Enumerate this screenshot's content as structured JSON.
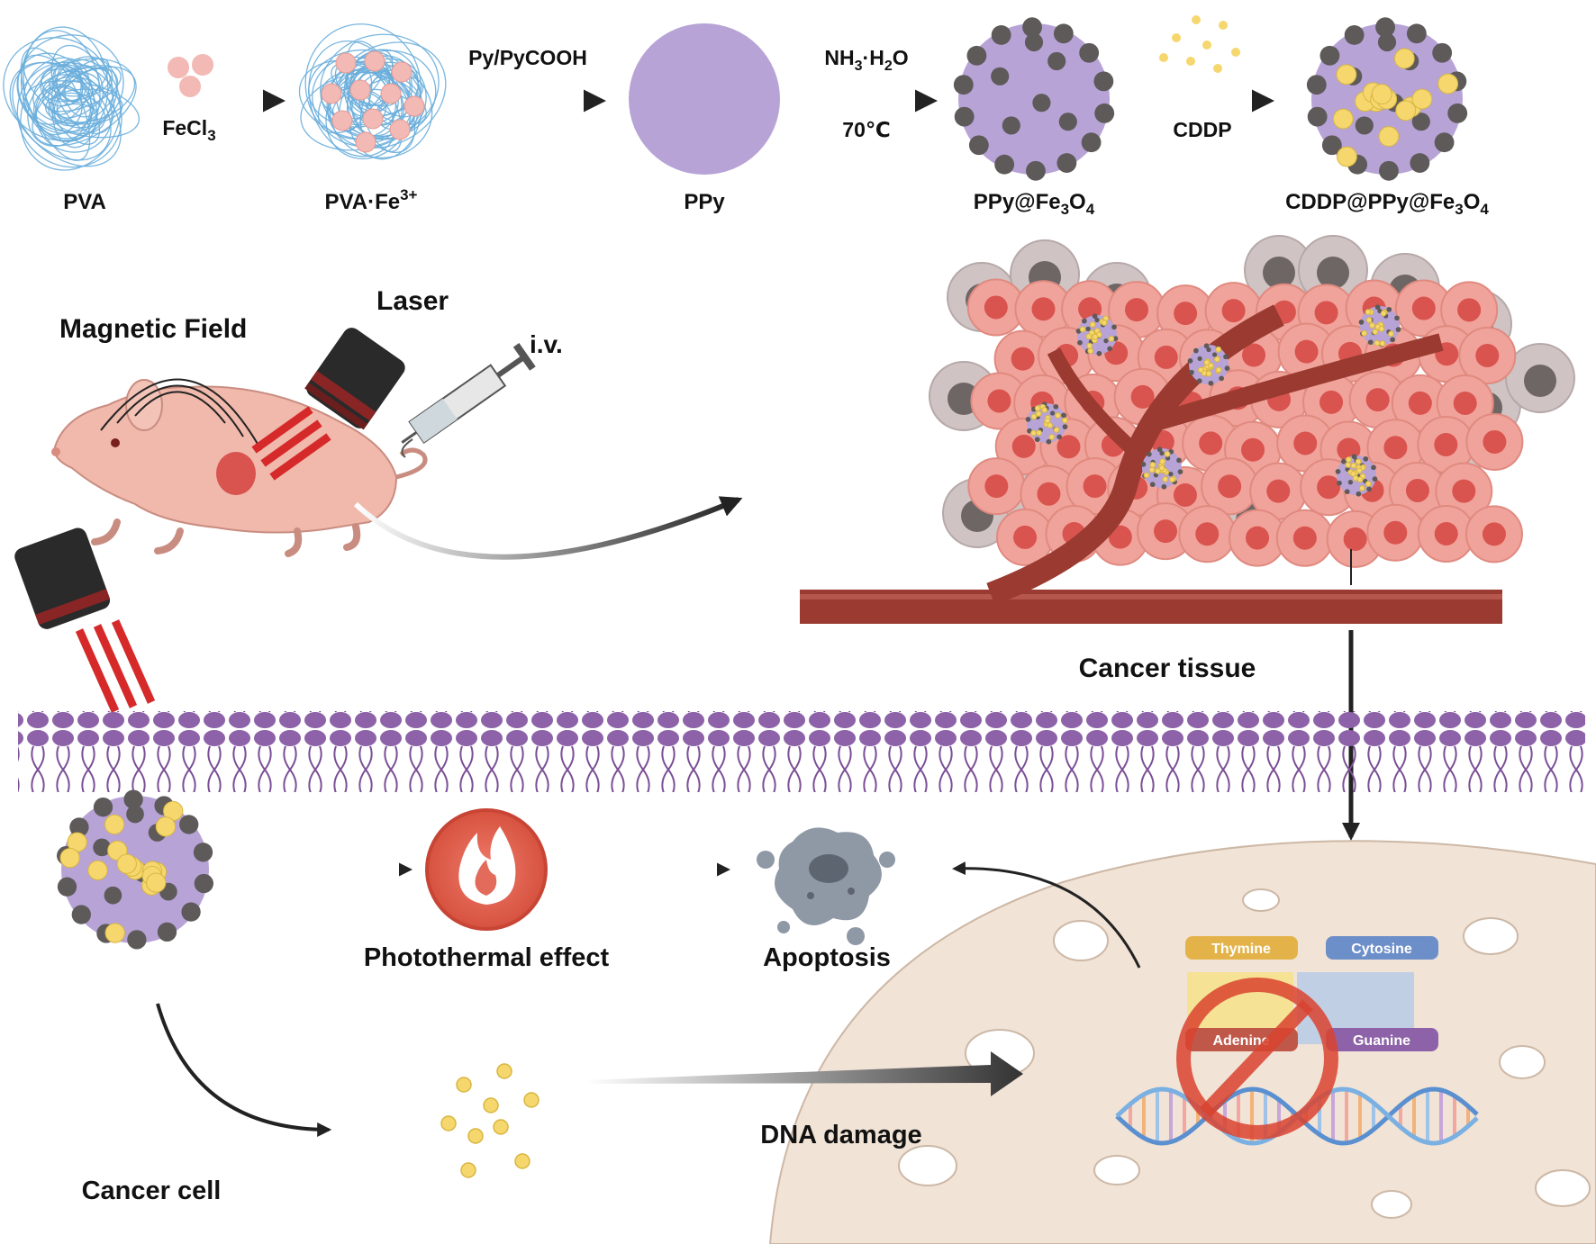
{
  "synthesis": {
    "steps": [
      {
        "label": "PVA"
      },
      {
        "label_main": "PVA·Fe",
        "label_sup": "3+"
      },
      {
        "label": "PPy"
      },
      {
        "label_a": "PPy@Fe",
        "sub1": "3",
        "label_b": "O",
        "sub2": "4"
      },
      {
        "label_a": "CDDP@PPy@Fe",
        "sub1": "3",
        "label_b": "O",
        "sub2": "4"
      }
    ],
    "arrows": [
      {
        "bottom_main": "FeCl",
        "bottom_sub": "3"
      },
      {
        "top": "Py/PyCOOH"
      },
      {
        "top_a": "NH",
        "top_sub1": "3",
        "top_b": "·H",
        "top_sub2": "2",
        "top_c": "O",
        "bottom": "70℃"
      },
      {
        "bottom": "CDDP"
      }
    ]
  },
  "mouse_panel": {
    "magnetic_field": "Magnetic Field",
    "laser": "Laser",
    "injection": "i.v."
  },
  "tissue": {
    "label": "Cancer tissue"
  },
  "cell_panel": {
    "photothermal": "Photothermal effect",
    "apoptosis": "Apoptosis",
    "dna_damage": "DNA damage",
    "cancer_cell": "Cancer cell",
    "bases": {
      "thymine": "Thymine",
      "cytosine": "Cytosine",
      "adenine": "Adenine",
      "guanine": "Guanine"
    }
  },
  "colors": {
    "nanoparticle_purple": "#b7a3d6",
    "fe3o4_grey": "#5e5a5a",
    "cddp_yellow": "#f5d76e",
    "pva_blue": "#6aaedc",
    "tumor_cell": "#f0a39a",
    "vessel_red": "#9a3a30",
    "membrane_purple": "#8d62a8",
    "laser_red": "#d62a2a",
    "nucleus_beige": "#f1e3d6"
  }
}
